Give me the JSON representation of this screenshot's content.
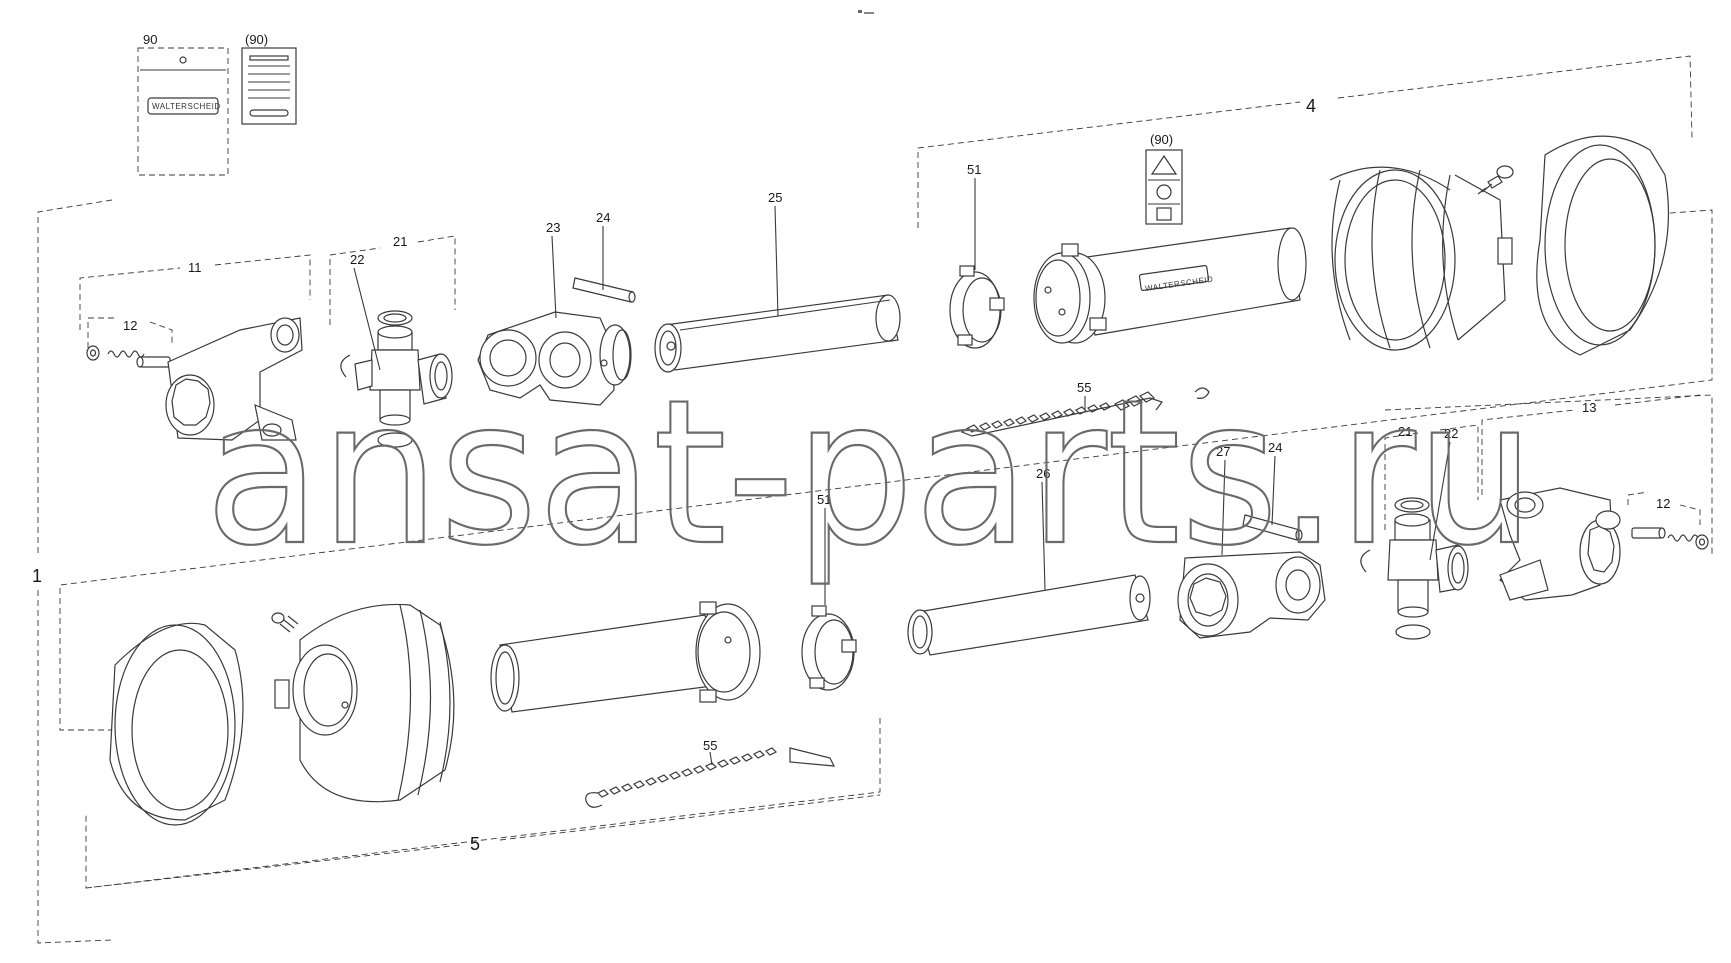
{
  "callouts": {
    "l90_bag": "90",
    "l90_card": "(90)",
    "l90_label": "(90)",
    "l4": "4",
    "l1": "1",
    "l5": "5",
    "l11": "11",
    "l12_left": "12",
    "l12_right": "12",
    "l13": "13",
    "l21_top": "21",
    "l21_bottom": "21",
    "l22_top": "22",
    "l22_bottom": "22",
    "l23": "23",
    "l24_top": "24",
    "l24_bottom": "24",
    "l25": "25",
    "l26": "26",
    "l27": "27",
    "l51_top": "51",
    "l51_bottom": "51",
    "l55_top": "55",
    "l55_bottom": "55"
  },
  "brand": {
    "bag": "WALTERSCHEID",
    "tube": "WALTERSCHEID"
  },
  "watermark": "ansat-parts.ru"
}
